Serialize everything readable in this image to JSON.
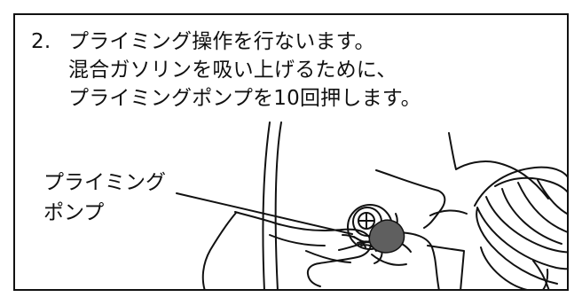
{
  "instruction": {
    "step_number": "2.",
    "line_1": "プライミング操作を行ないます。",
    "line_2": "混合ガソリンを吸い上げるために、",
    "line_3": "プライミングポンプを10回押します。"
  },
  "callout": {
    "line_1": "プライミング",
    "line_2": "ポンプ"
  },
  "illustration": {
    "subject": "priming-pump",
    "colors": {
      "line": "#111111",
      "pump_button": "#5f5f5f",
      "fill": "#ffffff"
    }
  }
}
